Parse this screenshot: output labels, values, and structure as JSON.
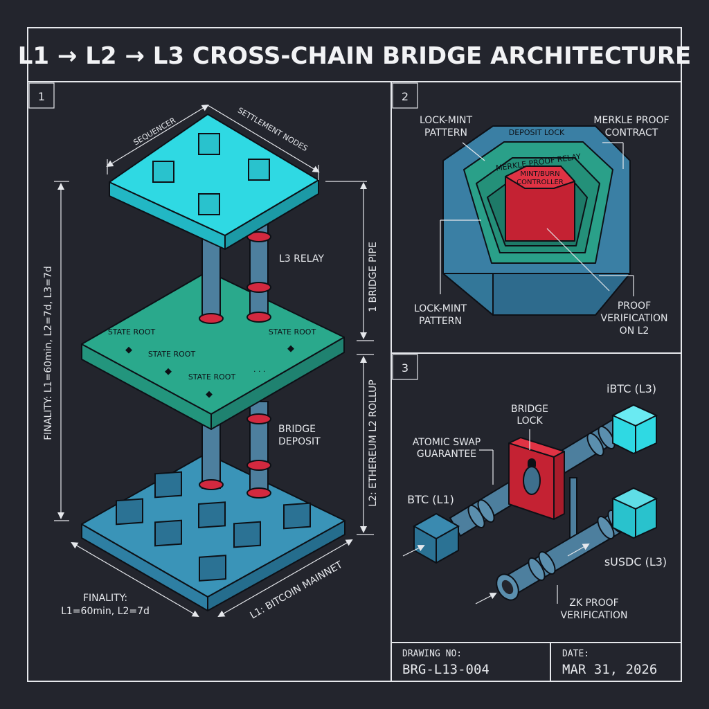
{
  "title": "L1 → L2 → L3 CROSS-CHAIN BRIDGE ARCHITECTURE",
  "panels": {
    "p1": {
      "number": "1",
      "sequencer": "SEQUENCER",
      "settlement_nodes": "SETTLEMENT NODES",
      "l3_relay": "L3 RELAY",
      "bridge_pipe": "1 BRIDGE PIPE",
      "state_root": "STATE ROOT",
      "ellipsis": "· · ·",
      "l2_rollup": "L2: ETHEREUM L2 ROLLUP",
      "bridge_deposit_line1": "BRIDGE",
      "bridge_deposit_line2": "DEPOSIT",
      "finality_vertical": "FINALITY: L1=60min, L2=7d, L3=7d",
      "finality_line1": "FINALITY:",
      "finality_line2": "L1=60min, L2=7d",
      "l1_mainnet": "L1: BITCOIN MAINNET"
    },
    "p2": {
      "number": "2",
      "lock_mint_top_line1": "LOCK-MINT",
      "lock_mint_top_line2": "PATTERN",
      "merkle_contract_line1": "MERKLE PROOF",
      "merkle_contract_line2": "CONTRACT",
      "deposit_lock": "DEPOSIT LOCK",
      "merkle_relay": "MERKLE PROOF RELAY",
      "mint_burn_line1": "MINT/BURN",
      "mint_burn_line2": "CONTROLLER",
      "lock_mint_bottom_line1": "LOCK-MINT",
      "lock_mint_bottom_line2": "PATTERN",
      "proof_line1": "PROOF",
      "proof_line2": "VERIFICATION",
      "proof_line3": "ON L2"
    },
    "p3": {
      "number": "3",
      "bridge_lock_line1": "BRIDGE",
      "bridge_lock_line2": "LOCK",
      "ibtc": "iBTC (L3)",
      "atomic_line1": "ATOMIC SWAP",
      "atomic_line2": "GUARANTEE",
      "btc": "BTC (L1)",
      "susdc": "sUSDC (L3)",
      "zk_line1": "ZK PROOF",
      "zk_line2": "VERIFICATION"
    }
  },
  "title_block": {
    "drawing_no_label": "DRAWING NO:",
    "drawing_no": "BRG-L13-004",
    "date_label": "DATE:",
    "date": "MAR 31, 2026"
  },
  "colors": {
    "background": "#23252d",
    "line": "#e6e8ec",
    "cyan": "#2fd9e3",
    "teal": "#2aa98c",
    "blue": "#3a90b0",
    "pipe": "#4d7f9e",
    "red": "#d3293f"
  }
}
